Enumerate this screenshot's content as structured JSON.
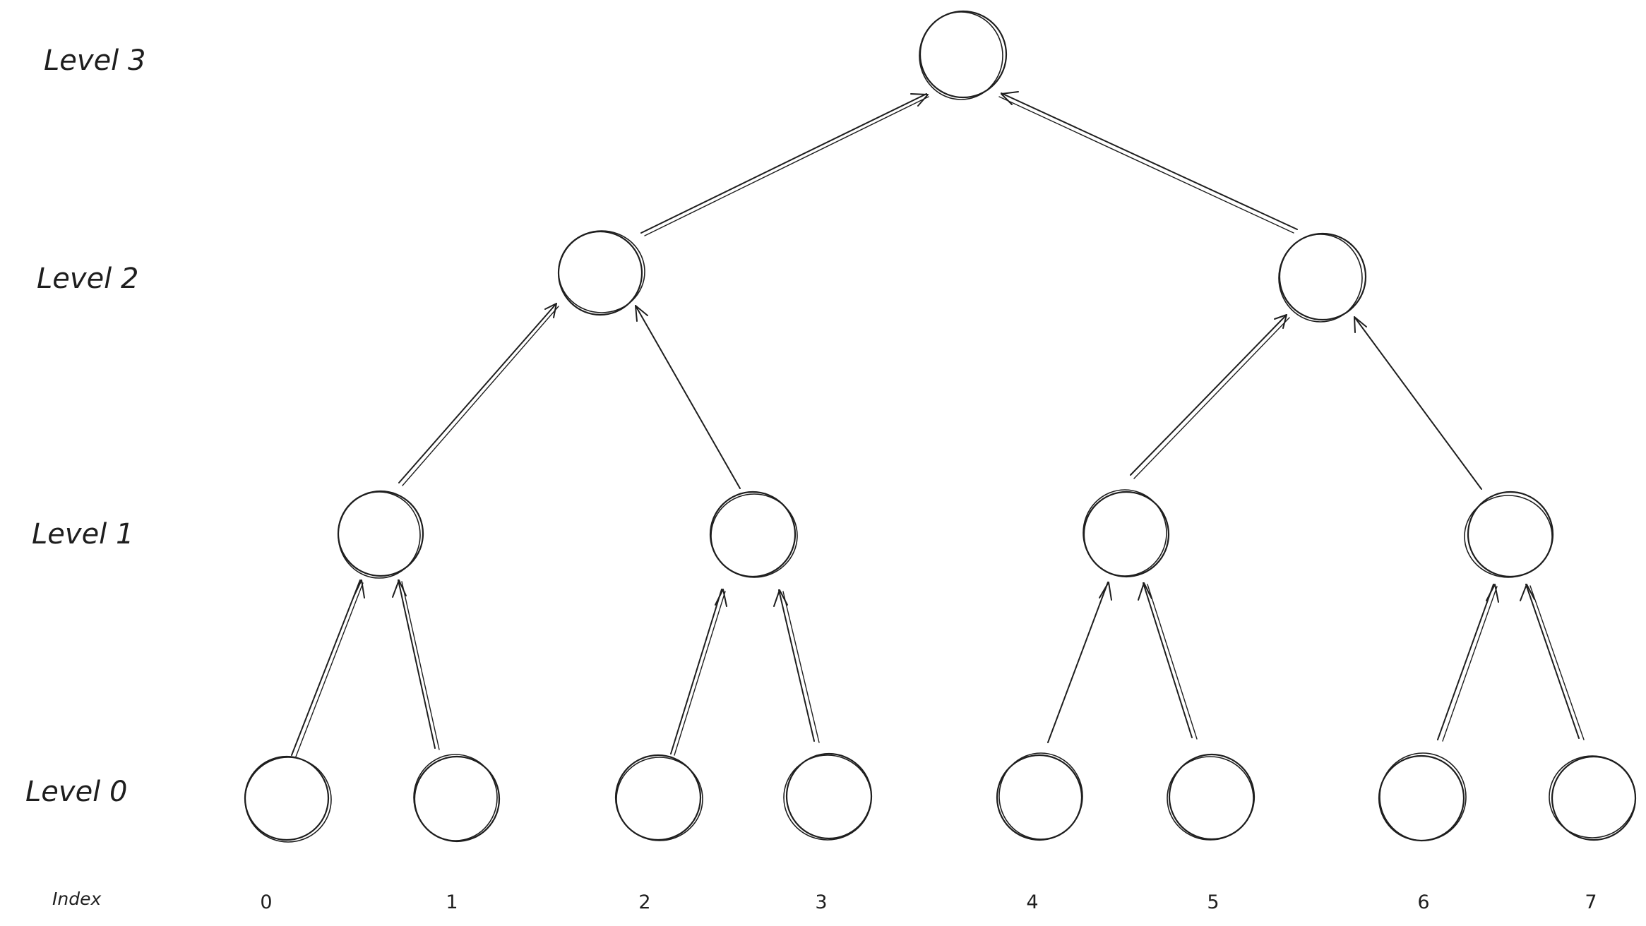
{
  "levels": [
    {
      "label": "Level 3"
    },
    {
      "label": "Level 2"
    },
    {
      "label": "Level 1"
    },
    {
      "label": "Level 0"
    }
  ],
  "index": {
    "caption": "Index",
    "values": [
      "0",
      "1",
      "2",
      "3",
      "4",
      "5",
      "6",
      "7"
    ]
  }
}
